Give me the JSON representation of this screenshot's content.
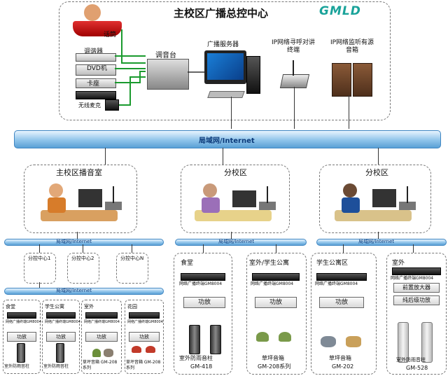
{
  "center": {
    "title": "主校区广播总控中心",
    "logo": "GMLD"
  },
  "sources": {
    "mic": "话筒",
    "tuner": "调谐器",
    "dvd": "DVD机",
    "tape": "卡座",
    "wireless": "无线麦克"
  },
  "devices": {
    "mixer": "调音台",
    "server": "广播服务器",
    "intercom": "IP网络寻呼对讲终端",
    "monitor": "IP网络监听有源音箱"
  },
  "network": {
    "main": "局域网/Internet",
    "sub": "局域网/Internet"
  },
  "regions": {
    "main_room": "主校区播音室",
    "branch1": "分校区",
    "branch2": "分校区"
  },
  "terminals": {
    "a1": "分控中心1",
    "a2": "分控中心2",
    "a3": "分控中心N",
    "zones_a": [
      {
        "name": "食堂",
        "device": "网络广播终端GM8004",
        "amp": "功放",
        "note": "室外防雨音柱"
      },
      {
        "name": "学生公寓",
        "device": "网络广播终端GM8004",
        "amp": "功放",
        "note": "室外防雨音柱"
      },
      {
        "name": "室外",
        "device": "网络广播终端GM8004",
        "amp": "功放",
        "note": "草坪音箱 GM-208系列"
      },
      {
        "name": "花园",
        "device": "网络广播终端GM8004",
        "amp": "功放",
        "note": "草坪音箱 GM-208系列"
      }
    ],
    "zones_b": [
      {
        "name": "食堂",
        "device": "网络广播终端GM8004",
        "amp": "功放",
        "note": "室外防雨音柱",
        "model": "GM-418"
      },
      {
        "name": "室外/学生公寓",
        "device": "网络广播终端GM8004",
        "amp": "功放",
        "note": "草坪音箱",
        "model": "GM-208系列"
      },
      {
        "name": "学生公寓区",
        "device": "网络广播终端GM8004",
        "amp": "功放",
        "note": "草坪音箱",
        "model": "GM-202"
      },
      {
        "name": "室外",
        "device": "网络广播终端GM8004",
        "amp": "前置放大器",
        "amp2": "纯后级功放",
        "note": "室外防雨音柱",
        "model": "GM-528"
      }
    ]
  },
  "colors": {
    "pipe": "#8fc4ea",
    "logo": "#1aa39a",
    "green": "#1a9a2e"
  }
}
